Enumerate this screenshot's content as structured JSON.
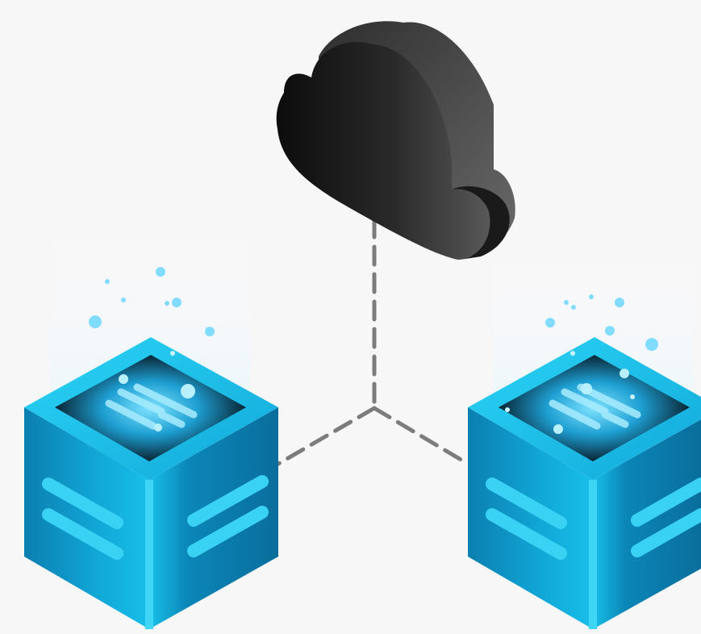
{
  "diagram": {
    "nodes": [
      {
        "id": "cloud",
        "kind": "cloud",
        "icon": "cloud-icon"
      },
      {
        "id": "server-left",
        "kind": "server",
        "icon": "server-cube-icon"
      },
      {
        "id": "server-right",
        "kind": "server",
        "icon": "server-cube-icon"
      }
    ],
    "edges": [
      {
        "from": "cloud",
        "to": "junction",
        "style": "dashed"
      },
      {
        "from": "junction",
        "to": "server-left",
        "style": "dashed"
      },
      {
        "from": "junction",
        "to": "server-right",
        "style": "dashed"
      }
    ]
  },
  "colors": {
    "background": "#f7f7f8",
    "cloud_light": "#5c5c5c",
    "cloud_dark": "#0d0d0d",
    "server_top": "#1ec8ec",
    "server_left_face": "#0f9fcf",
    "server_right_face": "#0a84b4",
    "screen_glow": "#5fd6ff",
    "particles": "#82dcff",
    "connector": "#7c7c7c"
  }
}
